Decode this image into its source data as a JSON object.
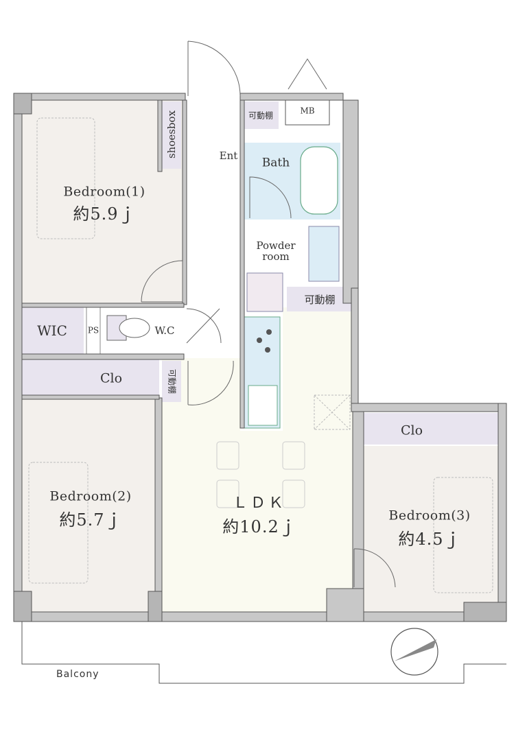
{
  "rooms": {
    "bedroom1": {
      "name": "Bedroom(1)",
      "size": "約5.9ｊ"
    },
    "bedroom2": {
      "name": "Bedroom(2)",
      "size": "約5.7ｊ"
    },
    "bedroom3": {
      "name": "Bedroom(3)",
      "size": "約4.5ｊ"
    },
    "ldk": {
      "name": "ＬＤＫ",
      "size": "約10.2ｊ"
    }
  },
  "labels": {
    "bath": "Bath",
    "powder_room_line1": "Powder",
    "powder_room_line2": "room",
    "wc": "W.C",
    "wic": "WIC",
    "ps": "PS",
    "clo_left": "Clo",
    "clo_right": "Clo",
    "shoesbox": "shoesbox",
    "ent": "Ent",
    "mb": "MB",
    "shelf_top": "可動棚",
    "shelf_mid": "可動棚",
    "shelf_side": "可動棚",
    "balcony": "Balcony"
  },
  "colors": {
    "wall": "#c8c8c8",
    "bedroom_floor": "#f3f0ec",
    "ldk_floor": "#fafaf0",
    "closet": "#e8e4ef",
    "wet_area": "#dcedf6",
    "outline": "#555555"
  }
}
